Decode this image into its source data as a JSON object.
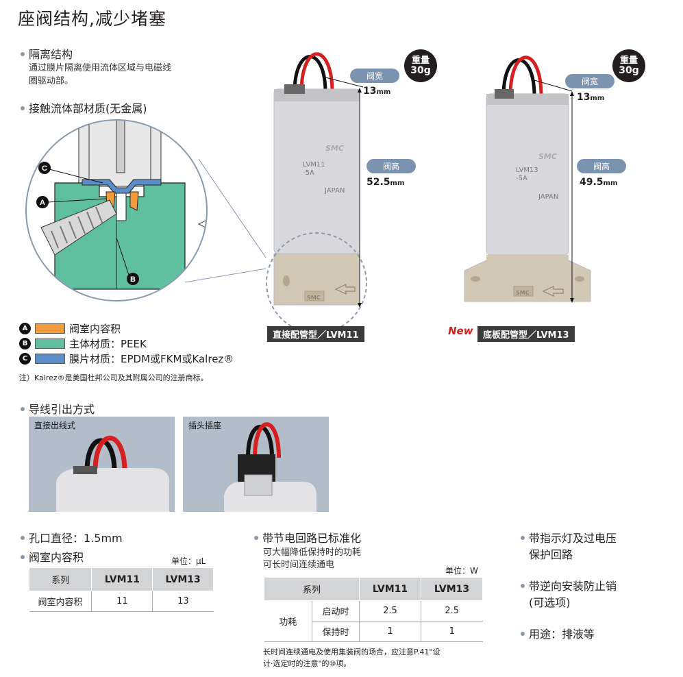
{
  "title": "座阀结构,减少堵塞",
  "isolation": {
    "heading": "隔离结构",
    "desc_line1": "通过膜片隔离使用流体区域与电磁线",
    "desc_line2": "圈驱动部。"
  },
  "wetted": {
    "heading": "接触流体部材质(无金属)"
  },
  "callouts": {
    "a": "A",
    "b": "B",
    "c": "C"
  },
  "legend": [
    {
      "badge": "A",
      "label": "阀室内容积",
      "color": "#f39a3c"
    },
    {
      "badge": "B",
      "label": "主体材质：PEEK",
      "color": "#5fbf9f"
    },
    {
      "badge": "C",
      "label": "膜片材质：EPDM或FKM或Kalrez®",
      "color": "#5b8ec9"
    }
  ],
  "note": "注）Kalrez®是美国杜邦公司及其附属公司的注册商标。",
  "lead": {
    "heading": "导线引出方式",
    "photo1": "直接出线式",
    "photo2": "插头插座"
  },
  "products": {
    "lvm11": {
      "tag": "直接配管型／LVM11",
      "weight_l1": "重量",
      "weight_l2": "30g",
      "width_label": "阀宽",
      "width_value": "13",
      "height_label": "阀高",
      "height_value": "52.5",
      "unit": "mm",
      "body_l1": "LVM11",
      "body_l2": "-5A",
      "body_l3": "JAPAN",
      "logo": "SMC"
    },
    "lvm13": {
      "tag": "底板配管型／LVM13",
      "new": "New",
      "weight_l1": "重量",
      "weight_l2": "30g",
      "width_label": "阀宽",
      "width_value": "13",
      "height_label": "阀高",
      "height_value": "49.5",
      "unit": "mm",
      "body_l1": "LVM13",
      "body_l2": "-5A",
      "body_l3": "JAPAN",
      "logo": "SMC"
    }
  },
  "orifice": "孔口直径：1.5mm",
  "volume": {
    "heading": "阀室内容积",
    "unit": "单位：μL",
    "headers": [
      "系列",
      "LVM11",
      "LVM13"
    ],
    "row": [
      "阀室内容积",
      "11",
      "13"
    ]
  },
  "power": {
    "heading": "带节电回路已标准化",
    "desc1": "可大幅降低保持时的功耗",
    "desc2": "可长时间连续通电",
    "unit": "单位：W",
    "headers": [
      "系列",
      "LVM11",
      "LVM13"
    ],
    "group": "功耗",
    "rows": [
      [
        "启动时",
        "2.5",
        "2.5"
      ],
      [
        "保持时",
        "1",
        "1"
      ]
    ],
    "footnote1": "长时间连续通电及使用集装阀的场合，应注意P.41\"设",
    "footnote2": "计·选定时的注意\"的⑩项。"
  },
  "features": [
    {
      "line1": "带指示灯及过电压",
      "line2": "保护回路"
    },
    {
      "line1": "带逆向安装防止销",
      "line2": "(可选项)"
    },
    {
      "line1": "用途：排液等",
      "line2": ""
    }
  ]
}
